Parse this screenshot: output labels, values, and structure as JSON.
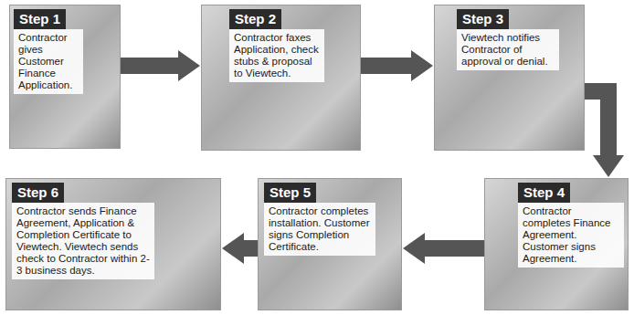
{
  "diagram": {
    "nodes": [
      {
        "text": [
          "Step 1",
          "Contractor gives Customer Finance Application."
        ]
      },
      {
        "text": [
          "Step 2",
          "Contractor faxes Application, check stubs & proposal to Viewtech."
        ]
      },
      {
        "text": [
          "Step 3",
          "Viewtech notifies Contractor of approval or denial."
        ]
      },
      {
        "text": [
          "Step 4",
          "Contractor completes Finance Agreement. Customer signs Agreement."
        ]
      },
      {
        "text": [
          "Step 5",
          "Contractor completes installation. Customer signs Completion Certificate."
        ]
      },
      {
        "text": [
          "Step 6",
          "Contractor sends Finance Agreement, Application & Completion Certificate to Viewtech. Viewtech sends check to Contractor within 2-3 business days."
        ]
      }
    ],
    "edges": [
      {
        "from": 0,
        "to": 1,
        "arrow": "to"
      },
      {
        "from": 1,
        "to": 2,
        "arrow": "to"
      },
      {
        "from": 2,
        "to": 3,
        "arrow": "to"
      },
      {
        "from": 3,
        "to": 4,
        "arrow": "to"
      },
      {
        "from": 4,
        "to": 5,
        "arrow": "to"
      }
    ]
  }
}
